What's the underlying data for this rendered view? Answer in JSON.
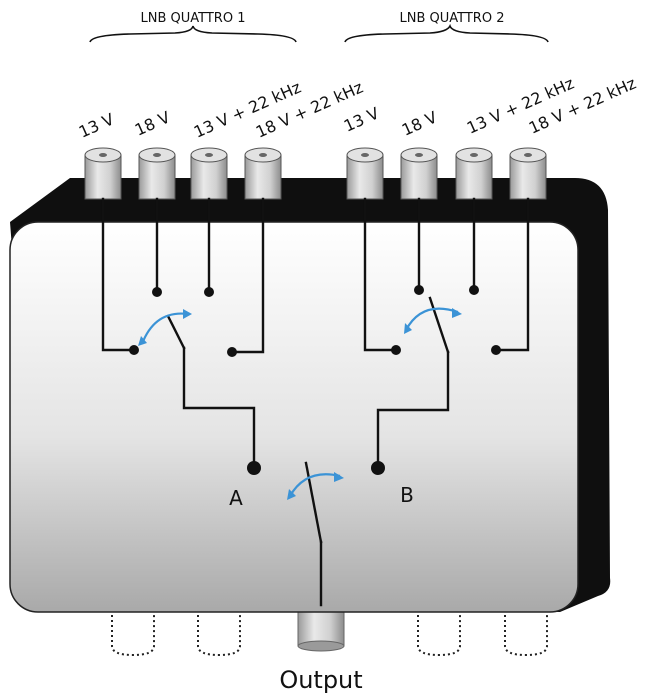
{
  "groups": [
    {
      "label": "LNB QUATTRO 1"
    },
    {
      "label": "LNB QUATTRO 2"
    }
  ],
  "ports": [
    {
      "label": "13 V"
    },
    {
      "label": "18 V"
    },
    {
      "label": "13 V + 22 kHz"
    },
    {
      "label": "18 V + 22 kHz"
    },
    {
      "label": "13 V"
    },
    {
      "label": "18 V"
    },
    {
      "label": "13 V + 22 kHz"
    },
    {
      "label": "18 V + 22 kHz"
    }
  ],
  "nodes": {
    "a": "A",
    "b": "B"
  },
  "output": {
    "label": "Output"
  },
  "colors": {
    "arrow": "#3b93d6",
    "wire": "#111111"
  }
}
